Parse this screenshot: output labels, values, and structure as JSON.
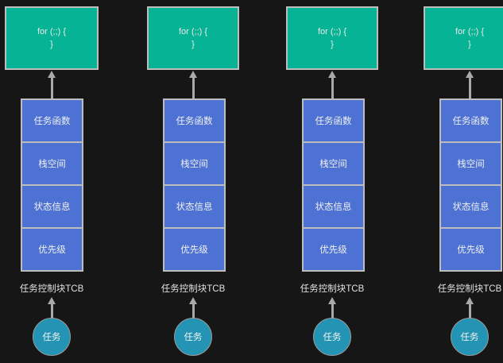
{
  "diagram": {
    "background_color": "#161616",
    "columns": [
      {
        "loop": {
          "line1": "for (;;) {",
          "line2": "}"
        },
        "tcb": {
          "cells": [
            "任务函数",
            "栈空间",
            "状态信息",
            "优先级"
          ],
          "label": "任务控制块TCB"
        },
        "task": "任务"
      },
      {
        "loop": {
          "line1": "for (;;) {",
          "line2": "}"
        },
        "tcb": {
          "cells": [
            "任务函数",
            "栈空间",
            "状态信息",
            "优先级"
          ],
          "label": "任务控制块TCB"
        },
        "task": "任务"
      },
      {
        "loop": {
          "line1": "for (;;) {",
          "line2": "}"
        },
        "tcb": {
          "cells": [
            "任务函数",
            "栈空间",
            "状态信息",
            "优先级"
          ],
          "label": "任务控制块TCB"
        },
        "task": "任务"
      },
      {
        "loop": {
          "line1": "for (;;) {",
          "line2": "}"
        },
        "tcb": {
          "cells": [
            "任务函数",
            "栈空间",
            "状态信息",
            "优先级"
          ],
          "label": "任务控制块TCB"
        },
        "task": "任务"
      }
    ],
    "colors": {
      "loop_box": "#06b394",
      "tcb_cell": "#4d72d3",
      "task_circle": "#2494b4",
      "border": "#bdbdbd",
      "arrow": "#a9a9a9",
      "text": "#f0f0f0"
    }
  }
}
